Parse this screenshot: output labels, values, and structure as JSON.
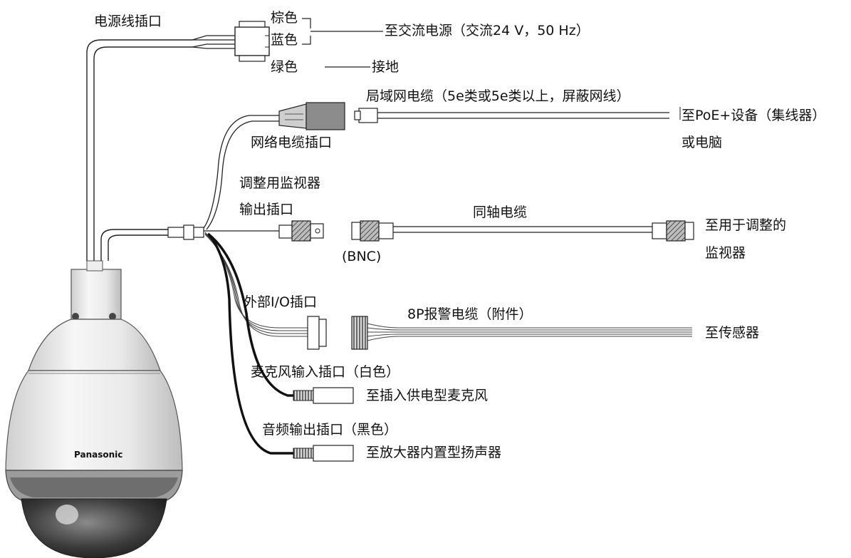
{
  "labels": {
    "power_connector": "电源线插口",
    "brown": "棕色",
    "blue": "蓝色",
    "green": "绿色",
    "to_ac_power": "至交流电源（交流24 V，50 Hz）",
    "ground": "接地",
    "lan_cable": "局域网电缆（5e类或5e类以上，屏蔽网线）",
    "to_poe": "至PoE+设备（集线器）",
    "or_pc": "或电脑",
    "network_connector": "网络电缆插口",
    "monitor_output_line1": "调整用监视器",
    "monitor_output_line2": "输出插口",
    "coax_cable": "同轴电缆",
    "bnc": "(BNC)",
    "to_monitor_line1": "至用于调整的",
    "to_monitor_line2": "监视器",
    "external_io": "外部I/O插口",
    "alarm_cable": "8P报警电缆（附件）",
    "to_sensor": "至传感器",
    "mic_input": "麦克风输入插口（白色）",
    "to_mic": "至插入供电型麦克风",
    "audio_output": "音频输出插口（黑色）",
    "to_speaker": "至放大器内置型扬声器"
  },
  "brand_logo": "Panasonic"
}
